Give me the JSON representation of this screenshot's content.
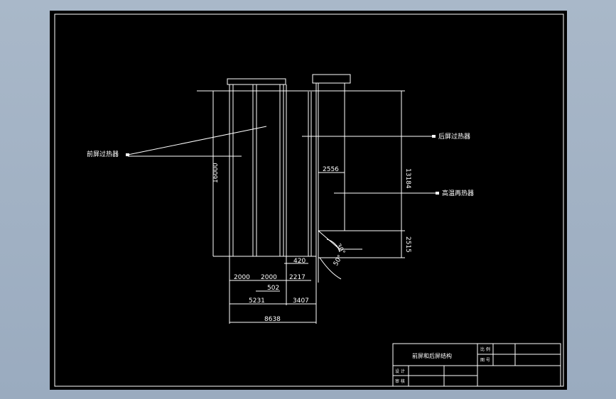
{
  "labels": {
    "left_reheater": "前屏过热器",
    "right_reheater": "后屏过热器",
    "low_temp_reheater": "高温再热器"
  },
  "dimensions": {
    "total_height": "16000",
    "right_height": "13184",
    "right_lower": "2515",
    "inner_width": "2556",
    "gap": "420",
    "width_a": "2000",
    "width_b": "2000",
    "width_c": "502",
    "width_d": "2217",
    "width_e": "5231",
    "width_f": "3407",
    "total_width": "8638",
    "angle_a": "30°",
    "angle_b": "50°"
  },
  "title_block": {
    "drawing_title": "前屏和后屏结构",
    "cell_a": "比 例",
    "cell_b": "图 号",
    "cell_c": "设 计",
    "cell_d": "审 核"
  }
}
